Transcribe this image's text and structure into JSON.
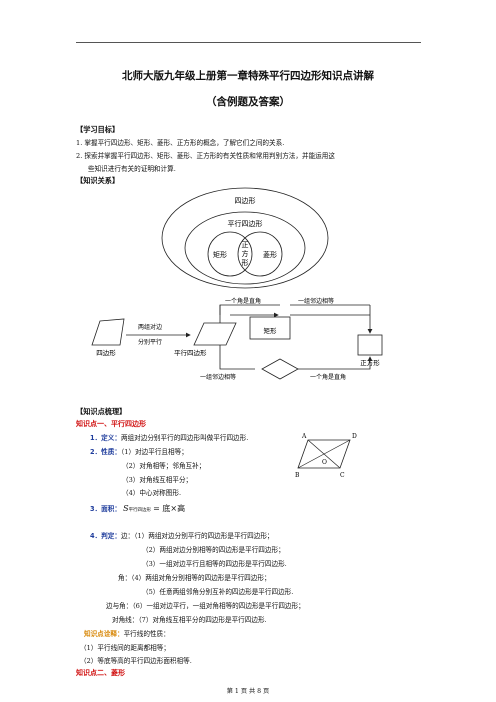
{
  "title": "北师大版九年级上册第一章特殊平行四边形知识点讲解",
  "subtitle": "（含例题及答案）",
  "goals": {
    "heading": "【学习目标】",
    "item1": "1. 掌握平行四边形、矩形、菱形、正方形的概念，了解它们之间的关系.",
    "item2a": "2. 探索并掌握平行四边形、矩形、菱形、正方形的有关性质和常用判别方法，并能运用这",
    "item2b": "些知识进行有关的证明和计算."
  },
  "relation": {
    "heading": "【知识关系】",
    "venn": {
      "outer": "四边形",
      "parallelogram": "平行四边形",
      "rect": "矩形",
      "rhombus": "菱形",
      "square1": "正",
      "square2": "方",
      "square3": "形"
    },
    "flow": {
      "quad": "四边形",
      "cond1": "两组对边",
      "cond2": "分别平行",
      "para": "平行四边形",
      "top_label1": "一个角是直角",
      "top_label2": "一组邻边相等",
      "rect": "矩形",
      "bottom_label1": "一组邻边相等",
      "bottom_label2": "一个角是直角",
      "rhombus": "菱形",
      "square": "正方形"
    }
  },
  "summary": {
    "heading": "【知识点梳理】",
    "point1": "知识点一、平行四边形",
    "def_label": "1．定义：",
    "def_text": "两组对边分别平行的四边形叫做平行四边形.",
    "prop_label": "2．性质：",
    "prop1": "（1）对边平行且相等；",
    "prop2": "（2）对角相等；邻角互补；",
    "prop3": "（3）对角线互相平分；",
    "prop4": "（4）中心对称图形.",
    "area_label": "3．面积：",
    "area_s": "S",
    "area_sub": "平行四边形",
    "area_formula": "= 底×高",
    "judge_label": "4．判定：",
    "judge_side": "边：",
    "j1": "（1）两组对边分别平行的四边形是平行四边形；",
    "j2": "（2）两组对边分别相等的四边形是平行四边形；",
    "j3": "（3）一组对边平行且相等的四边形是平行四边形.",
    "judge_angle": "角：",
    "j4": "（4）两组对角分别相等的四边形是平行四边形；",
    "j5": "（5）任意两组邻角分别互补的四边形是平行四边形.",
    "judge_sa": "边与角：",
    "j6": "（6）一组对边平行，一组对角相等的四边形是平行四边形；",
    "judge_diag": "对角线：",
    "j7": "（7）对角线互相平分的四边形是平行四边形.",
    "note_label": "知识点诠释：",
    "note_text": "平行线的性质：",
    "note1": "（1）平行线间的距离都相等；",
    "note2": "（2）等底等高的平行四边形面积相等.",
    "point2": "知识点二、菱形",
    "figure": {
      "A": "A",
      "D": "D",
      "B": "B",
      "C": "C",
      "O": "O"
    }
  },
  "footer": "第 1 页 共 8 页",
  "colors": {
    "heading_red": "#d01010",
    "label_blue": "#1e3c9c",
    "note_orange": "#d8890b"
  }
}
